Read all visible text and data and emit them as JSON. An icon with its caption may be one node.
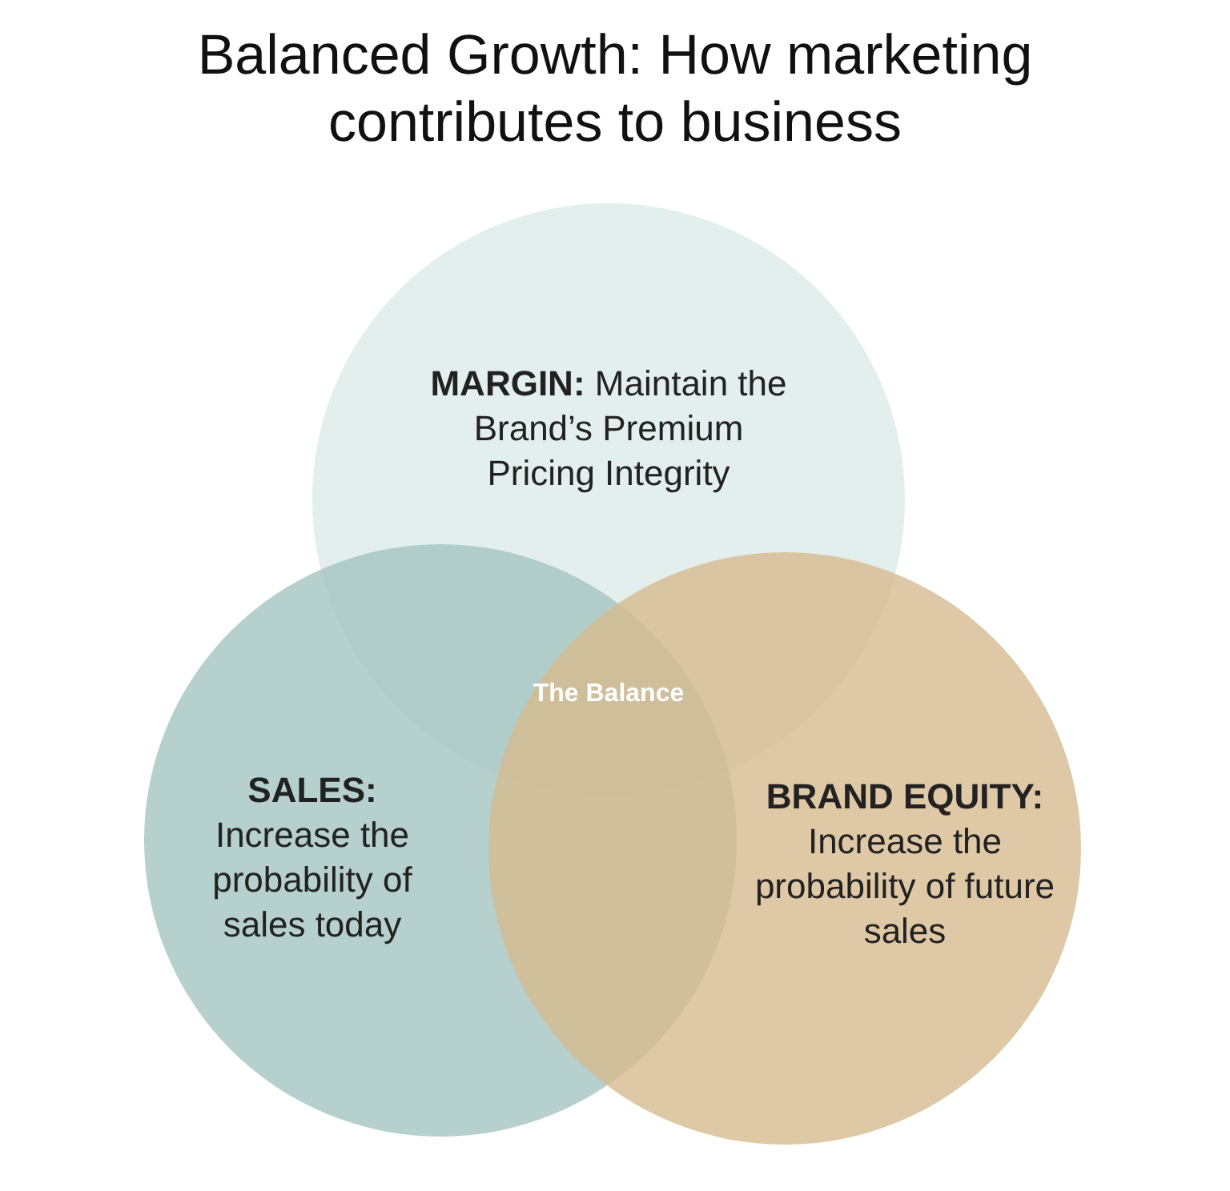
{
  "diagram": {
    "title": "Balanced Growth: How marketing contributes to business",
    "nodes": [
      {
        "text": [
          "**MARGIN:** Maintain the Brand’s Premium Pricing Integrity"
        ]
      },
      {
        "text": [
          "SALES:",
          "Increase the probability of sales today"
        ]
      },
      {
        "text": [
          "BRAND EQUITY:",
          "Increase the probability of future sales"
        ]
      }
    ],
    "labels": [
      "The Balance"
    ]
  }
}
